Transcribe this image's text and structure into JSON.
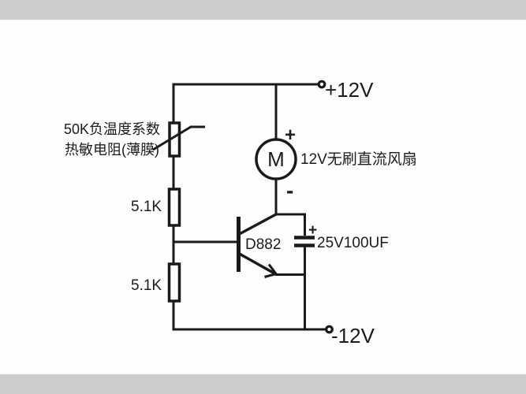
{
  "diagram": {
    "title_implicit": "",
    "supply_positive": "+12V",
    "supply_negative": "-12V",
    "thermistor_label_line1": "50K负温度系数",
    "thermistor_label_line2": "热敏电阻(薄膜)",
    "resistor_top_value": "5.1K",
    "resistor_bottom_value": "5.1K",
    "transistor_model": "D882",
    "capacitor_value": "25V100UF",
    "capacitor_plus": "+",
    "motor_letter": "M",
    "motor_plus": "+",
    "motor_minus": "-",
    "fan_label": "12V无刷直流风扇"
  },
  "colors": {
    "ink": "#1a1a1a",
    "background": "#fdfdfd",
    "letterbox": "#cccccc"
  }
}
